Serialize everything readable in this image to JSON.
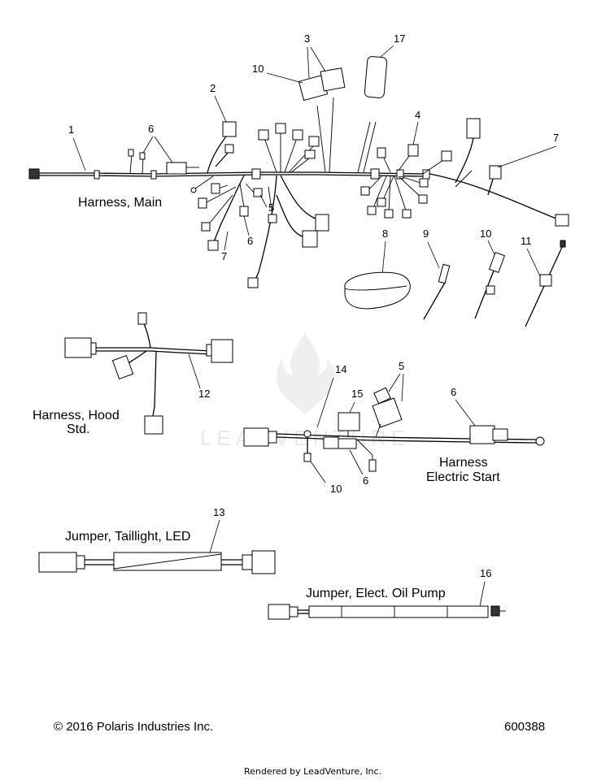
{
  "labels": {
    "harness_main": "Harness, Main",
    "harness_hood_line1": "Harness, Hood",
    "harness_hood_line2": "Std.",
    "harness_es_line1": "Harness",
    "harness_es_line2": "Electric Start",
    "jumper_taillight": "Jumper, Taillight, LED",
    "jumper_oil_pump": "Jumper, Elect. Oil Pump"
  },
  "callouts": {
    "main_1": "1",
    "main_2": "2",
    "main_3": "3",
    "main_4": "4",
    "main_5": "5",
    "main_6a": "6",
    "main_6b": "6",
    "main_7a": "7",
    "main_7b": "7",
    "main_10": "10",
    "main_17": "17",
    "part_8": "8",
    "part_9": "9",
    "part_10": "10",
    "part_11": "11",
    "hood_12": "12",
    "taillight_13": "13",
    "es_14": "14",
    "es_15": "15",
    "es_5": "5",
    "es_6a": "6",
    "es_6b": "6",
    "es_10": "10",
    "oil_16": "16"
  },
  "footer": {
    "copyright": "© 2016 Polaris Industries Inc.",
    "diagram_id": "600388",
    "rendered_by": "Rendered by LeadVenture, Inc."
  },
  "watermark": "LEADVENTURE",
  "colors": {
    "line": "#000000",
    "background": "#ffffff",
    "watermark": "#d8d8d8"
  }
}
